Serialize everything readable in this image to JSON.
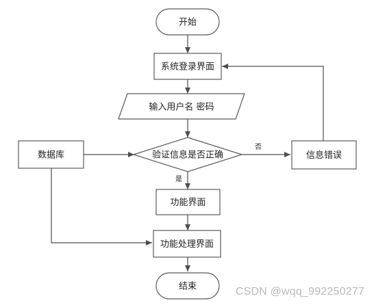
{
  "nodes": {
    "start": {
      "label": "开始"
    },
    "login_ui": {
      "label": "系统登录界面"
    },
    "input_credentials": {
      "label": "输入用户名 密码"
    },
    "database": {
      "label": "数据库"
    },
    "verify": {
      "label": "验证信息是否正确"
    },
    "error": {
      "label": "信息错误"
    },
    "function_ui": {
      "label": "功能界面"
    },
    "process_ui": {
      "label": "功能处理界面"
    },
    "end": {
      "label": "结束"
    }
  },
  "edges": {
    "no_label": "否",
    "yes_label": "是"
  },
  "watermark": "CSDN @wqq_992250277",
  "colors": {
    "stroke": "#595959",
    "line": "#4d4d4d",
    "text": "#222222",
    "watermark": "#b8b8b8"
  }
}
